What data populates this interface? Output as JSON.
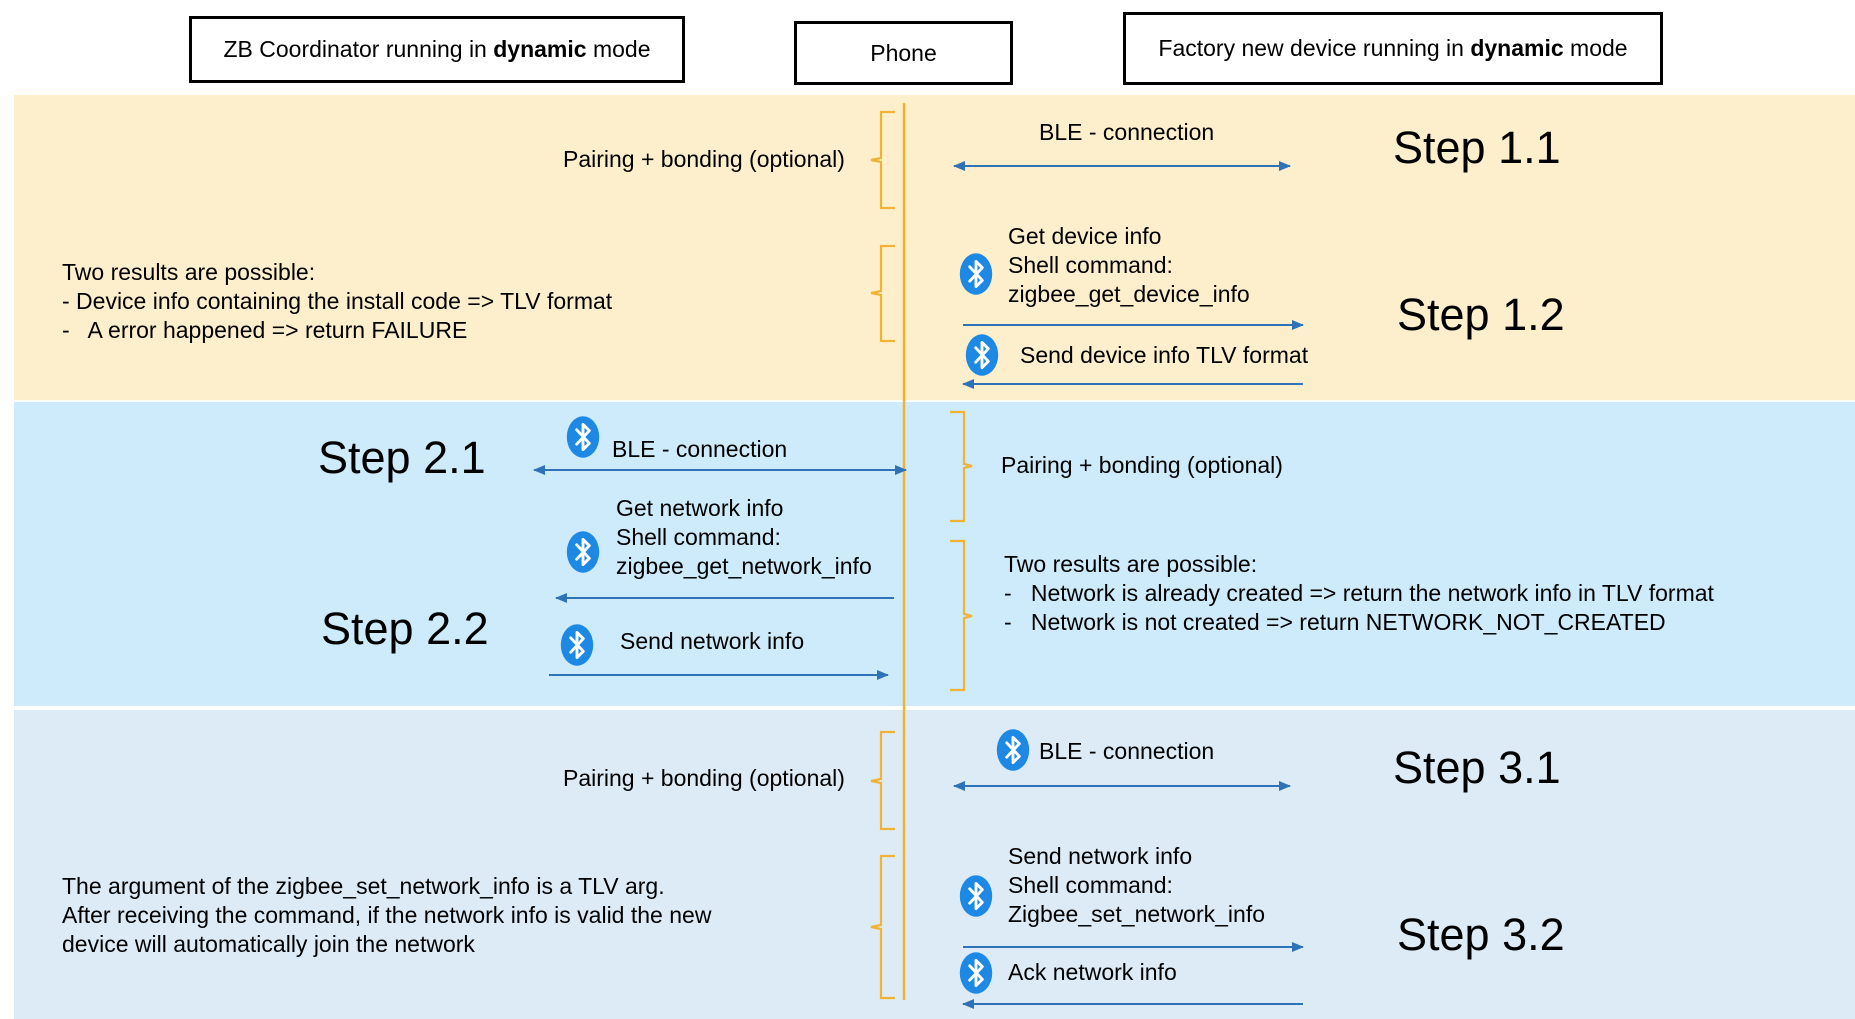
{
  "colors": {
    "band_yellow": "#FDEFCC",
    "band_blue": "#CDEBFB",
    "band_gray": "#DDEBF6",
    "lifeline": "#F2B233",
    "arrow": "#2F72B8",
    "bluetooth": "#1E88E5"
  },
  "headers": {
    "coordinator": {
      "prefix": "ZB Coordinator running in ",
      "bold": "dynamic",
      "suffix": " mode"
    },
    "phone": "Phone",
    "device": {
      "prefix": "Factory new device running in ",
      "bold": "dynamic",
      "suffix": " mode"
    }
  },
  "steps": {
    "s11": "Step 1.1",
    "s12": "Step 1.2",
    "s21": "Step 2.1",
    "s22": "Step 2.2",
    "s31": "Step 3.1",
    "s32": "Step 3.2"
  },
  "band1": {
    "pairing": "Pairing + bonding (optional)",
    "ble": "BLE - connection",
    "results_lines": [
      "Two results are possible:",
      "- Device info containing the install code => TLV format",
      "-   A error happened => return FAILURE"
    ],
    "get_info_lines": [
      "Get device info",
      "Shell command:",
      "zigbee_get_device_info"
    ],
    "send_info": "Send device info TLV format"
  },
  "band2": {
    "ble": "BLE - connection",
    "pairing": "Pairing + bonding (optional)",
    "get_info_lines": [
      "Get network info",
      "Shell command:",
      "zigbee_get_network_info"
    ],
    "send_info": "Send network info",
    "results_lines": [
      "Two results are possible:",
      "-   Network is already created => return the network info in TLV format",
      "-   Network is not created => return NETWORK_NOT_CREATED"
    ]
  },
  "band3": {
    "pairing": "Pairing + bonding (optional)",
    "ble": "BLE - connection",
    "argument_lines": [
      "The argument of the zigbee_set_network_info is a TLV arg.",
      "After receiving the command, if the network info is valid the new",
      "device will automatically join the network"
    ],
    "set_info_lines": [
      "Send network info",
      "Shell command:",
      "Zigbee_set_network_info"
    ],
    "ack": "Ack network info"
  },
  "icons": [
    "bluetooth-icon"
  ]
}
